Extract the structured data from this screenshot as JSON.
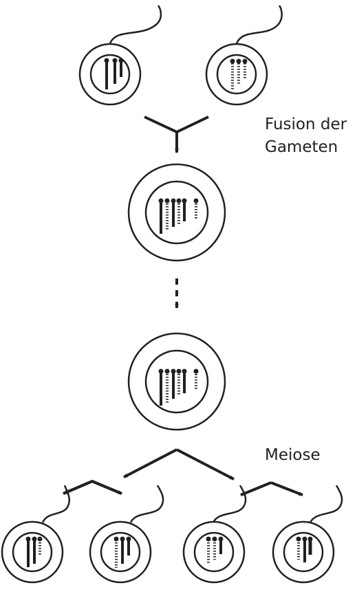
{
  "labels": {
    "fusion_line1": "Fusion der",
    "fusion_line2": "Gameten",
    "meiosis": "Meiose"
  },
  "colors": {
    "ink": "#231f20",
    "background": "#ffffff"
  }
}
